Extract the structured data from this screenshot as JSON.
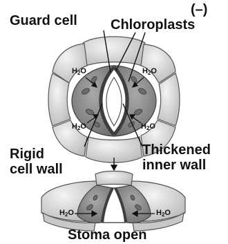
{
  "labels": {
    "guard_cell": "Guard cell",
    "chloroplasts": "Chloroplasts",
    "rigid_line1": "Rigid",
    "rigid_line2": "cell wall",
    "thick_line1": "Thickened",
    "thick_line2": "inner wall",
    "stoma_open": "Stoma open",
    "corner_mark": "(–)"
  },
  "water": {
    "h": "H",
    "two": "2",
    "o": "O"
  },
  "colors": {
    "epidermal_cell": "#d7d7d7",
    "guard_cell": "#8a8a8a",
    "thick_wall": "#4a4a4a",
    "chloroplast": "#6b6b6b",
    "text": "#111111"
  }
}
